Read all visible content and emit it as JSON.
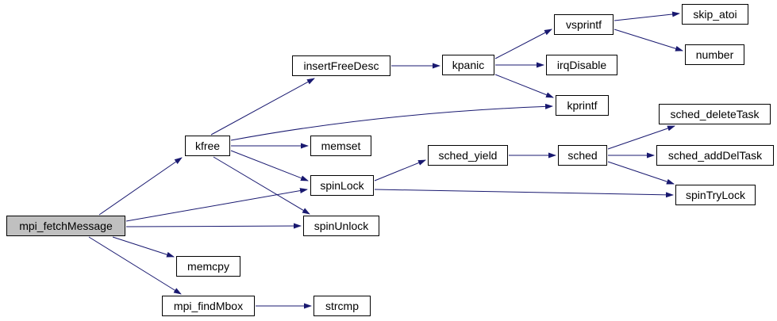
{
  "diagram": {
    "type": "call-graph",
    "colors": {
      "edge": "#191970",
      "node_border": "#000000",
      "node_fill": "#ffffff",
      "root_node_fill": "#c0c0c0",
      "text": "#000000",
      "background": "#ffffff"
    },
    "nodes": [
      {
        "label": "mpi_fetchMessage",
        "highlighted": true
      },
      {
        "label": "kfree",
        "highlighted": false
      },
      {
        "label": "insertFreeDesc",
        "highlighted": false
      },
      {
        "label": "memset",
        "highlighted": false
      },
      {
        "label": "spinLock",
        "highlighted": false
      },
      {
        "label": "spinUnlock",
        "highlighted": false
      },
      {
        "label": "memcpy",
        "highlighted": false
      },
      {
        "label": "mpi_findMbox",
        "highlighted": false
      },
      {
        "label": "strcmp",
        "highlighted": false
      },
      {
        "label": "kpanic",
        "highlighted": false
      },
      {
        "label": "sched_yield",
        "highlighted": false
      },
      {
        "label": "vsprintf",
        "highlighted": false
      },
      {
        "label": "irqDisable",
        "highlighted": false
      },
      {
        "label": "kprintf",
        "highlighted": false
      },
      {
        "label": "sched",
        "highlighted": false
      },
      {
        "label": "skip_atoi",
        "highlighted": false
      },
      {
        "label": "number",
        "highlighted": false
      },
      {
        "label": "sched_deleteTask",
        "highlighted": false
      },
      {
        "label": "sched_addDelTask",
        "highlighted": false
      },
      {
        "label": "spinTryLock",
        "highlighted": false
      }
    ],
    "edges": [
      {
        "from": "mpi_fetchMessage",
        "to": "kfree"
      },
      {
        "from": "mpi_fetchMessage",
        "to": "spinLock"
      },
      {
        "from": "mpi_fetchMessage",
        "to": "spinUnlock"
      },
      {
        "from": "mpi_fetchMessage",
        "to": "memcpy"
      },
      {
        "from": "mpi_fetchMessage",
        "to": "mpi_findMbox"
      },
      {
        "from": "kfree",
        "to": "insertFreeDesc"
      },
      {
        "from": "kfree",
        "to": "kprintf"
      },
      {
        "from": "kfree",
        "to": "memset"
      },
      {
        "from": "kfree",
        "to": "spinLock"
      },
      {
        "from": "kfree",
        "to": "spinUnlock"
      },
      {
        "from": "insertFreeDesc",
        "to": "kpanic"
      },
      {
        "from": "kpanic",
        "to": "vsprintf"
      },
      {
        "from": "kpanic",
        "to": "irqDisable"
      },
      {
        "from": "kpanic",
        "to": "kprintf"
      },
      {
        "from": "vsprintf",
        "to": "skip_atoi"
      },
      {
        "from": "vsprintf",
        "to": "number"
      },
      {
        "from": "spinLock",
        "to": "sched_yield"
      },
      {
        "from": "spinLock",
        "to": "spinTryLock"
      },
      {
        "from": "sched_yield",
        "to": "sched"
      },
      {
        "from": "sched",
        "to": "sched_deleteTask"
      },
      {
        "from": "sched",
        "to": "sched_addDelTask"
      },
      {
        "from": "sched",
        "to": "spinTryLock"
      },
      {
        "from": "mpi_findMbox",
        "to": "strcmp"
      }
    ]
  }
}
